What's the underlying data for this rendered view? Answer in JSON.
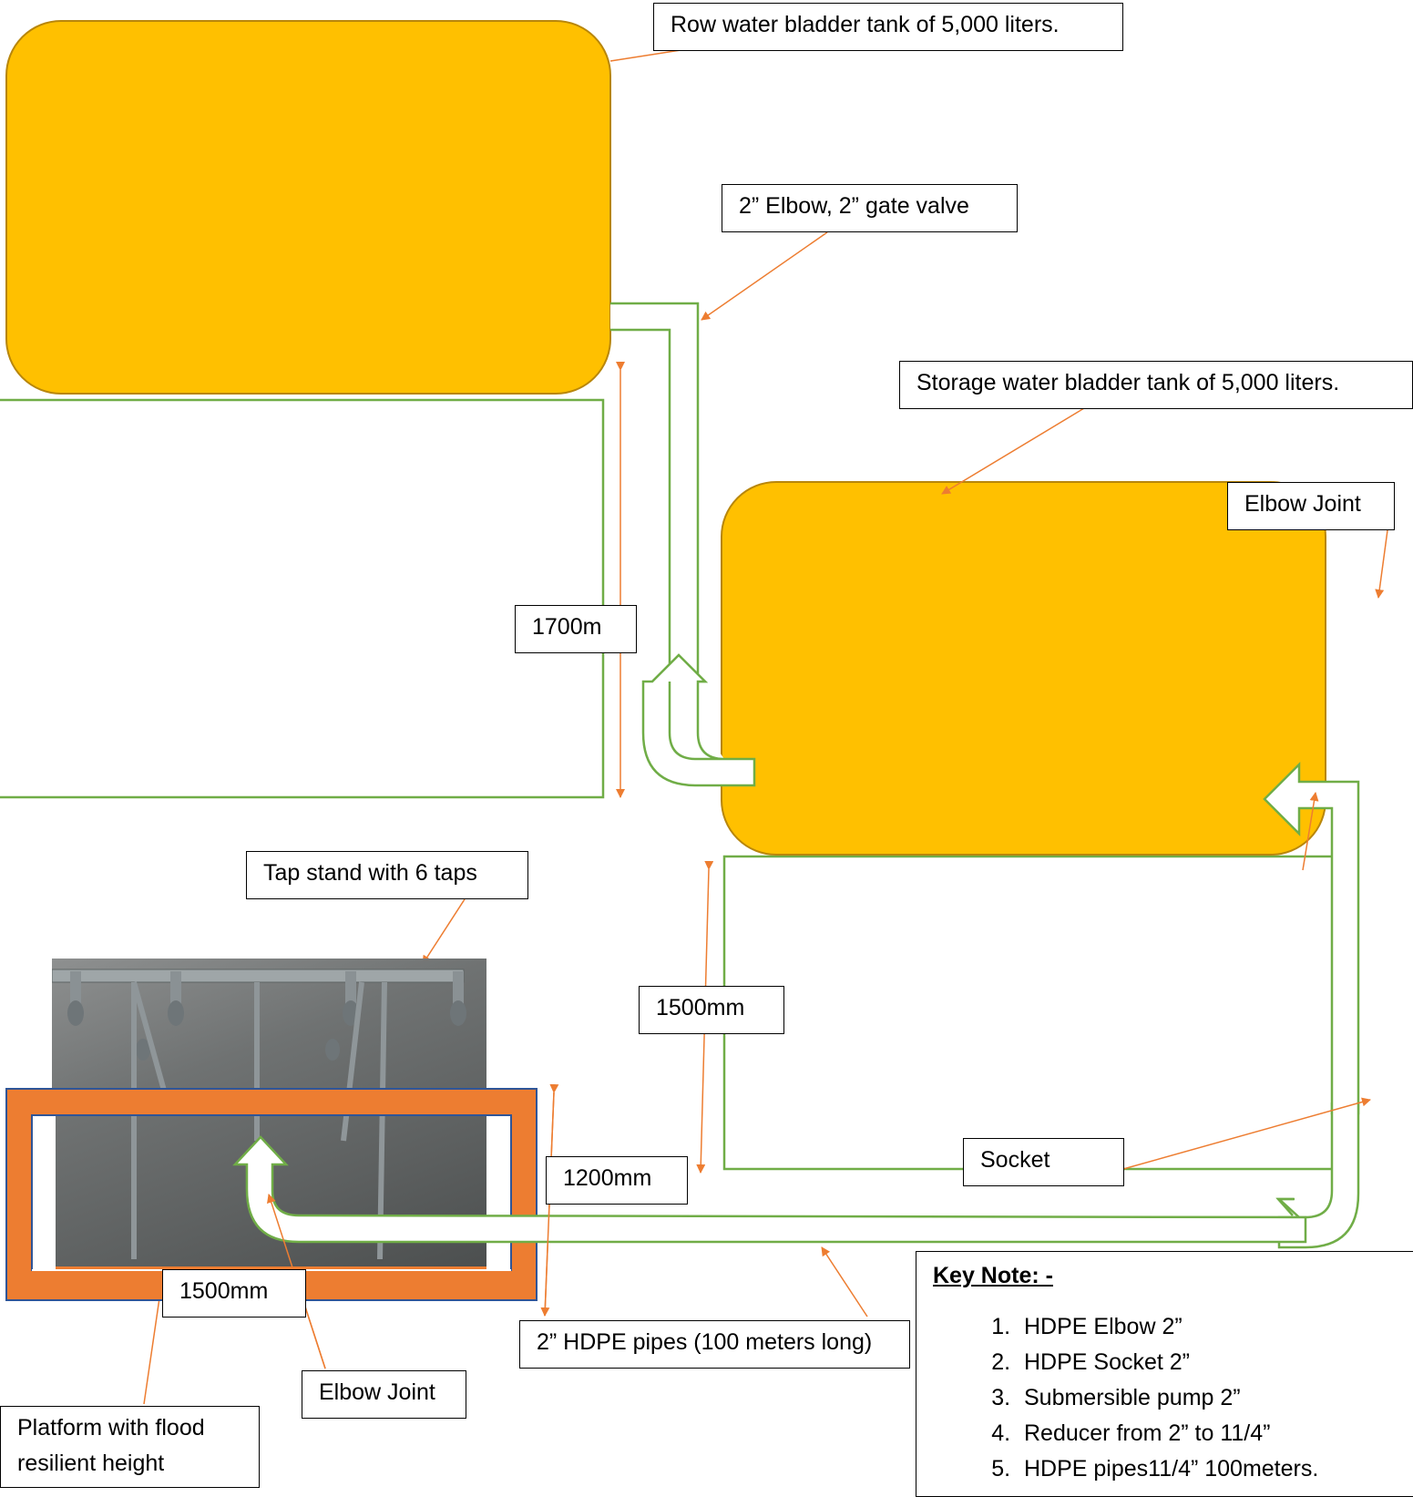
{
  "labels": {
    "raw_tank": "Row water bladder tank of 5,000 liters.",
    "elbow_gate_valve": "2” Elbow, 2” gate valve",
    "storage_tank": "Storage water bladder tank of 5,000 liters.",
    "elbow_joint_right": "Elbow Joint",
    "dim_1700": "1700m",
    "tap_stand": "Tap stand with 6 taps",
    "dim_1500_right": "1500mm",
    "dim_1200": "1200mm",
    "socket": "Socket",
    "dim_1500_bottom": "1500mm",
    "hdpe_pipes": "2” HDPE pipes (100 meters long)",
    "elbow_joint_bottom": "Elbow Joint",
    "platform": "Platform with flood resilient height"
  },
  "key_note": {
    "title": "Key Note: -",
    "items": [
      "HDPE Elbow 2”",
      "HDPE Socket 2”",
      "Submersible pump 2”",
      "Reducer from 2” to 11/4”",
      "HDPE pipes11/4” 100meters."
    ]
  },
  "colors": {
    "tank_fill": "#FFC000",
    "tank_border": "#B8860B",
    "pipe": "#70AD47",
    "arrow": "#ED7D31",
    "platform": "#ED7D31",
    "platform_border": "#2F5597"
  }
}
